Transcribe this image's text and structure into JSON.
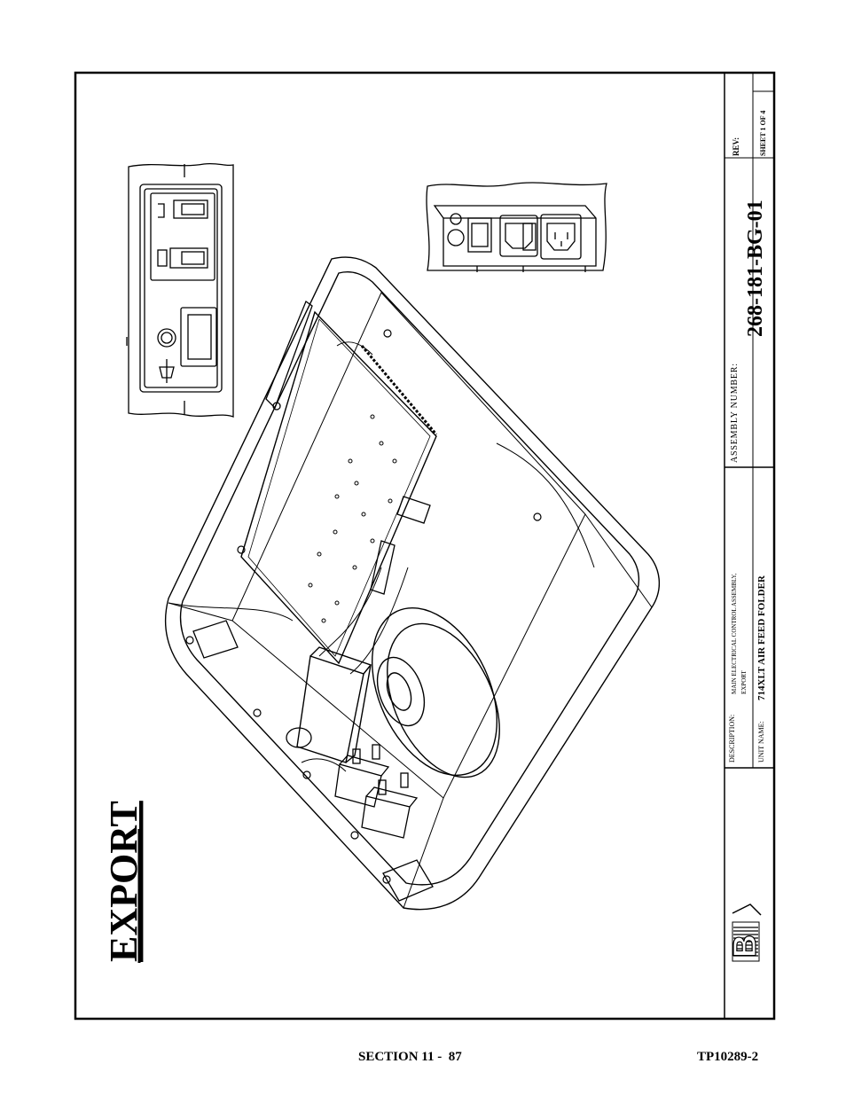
{
  "drawing": {
    "big_label": "EXPORT",
    "assembly_label": "ASSEMBLY NUMBER:",
    "assembly_number": "268-181-BG-01",
    "rev_label": "REV:",
    "sheet": "SHEET 1 OF 4",
    "description_label": "DESCRIPTION:",
    "description_line1": "MAIN ELECTRICAL CONTROL ASSEMBLY,",
    "description_line2": "EXPORT",
    "unit_name_label": "UNIT NAME:",
    "unit_name": "714XLT AIR FEED FOLDER",
    "logo_letter": "B"
  },
  "footer": {
    "section": "SECTION 11 -  87",
    "doc_number": "TP10289-2"
  }
}
